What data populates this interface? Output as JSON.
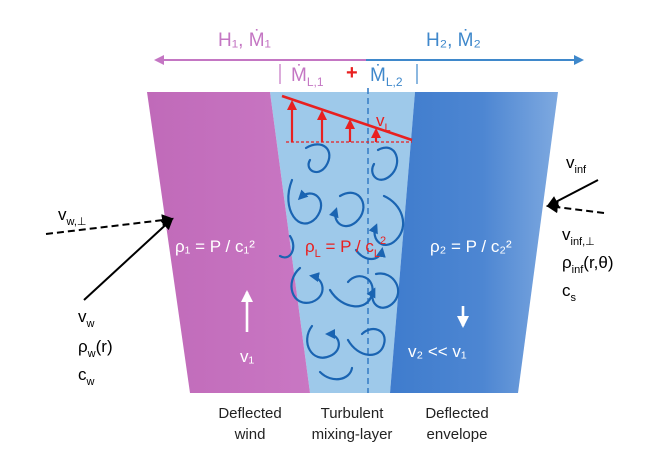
{
  "top": {
    "left_flux": "H₁, Ṁ₁",
    "right_flux": "H₂, Ṁ₂",
    "mixing_flux_1": "Ṁ",
    "mixing_flux_1_sub": "L,1",
    "plus": "+",
    "mixing_flux_2": "Ṁ",
    "mixing_flux_2_sub": "L,2"
  },
  "regions": {
    "wind": {
      "density": "ρ₁ = P / c₁²",
      "velocity": "v₁",
      "label_line1": "Deflected",
      "label_line2": "wind"
    },
    "layer": {
      "density": "ρ",
      "density_sub": "L",
      "density_mid": " = P / c",
      "density_sup": "2",
      "velocity": "v",
      "velocity_sub": "L",
      "label_line1": "Turbulent",
      "label_line2": "mixing-layer"
    },
    "envelope": {
      "density": "ρ₂ = P / c₂²",
      "velocity": "v₂ << v₁",
      "label_line1": "Deflected",
      "label_line2": "envelope"
    }
  },
  "left_side": {
    "v_perp": "v",
    "v_perp_sub": "w,⊥",
    "v": "v",
    "v_sub": "w",
    "rho": "ρ",
    "rho_sub": "w",
    "rho_arg": "(r)",
    "c": "c",
    "c_sub": "w"
  },
  "right_side": {
    "v_inf": "v",
    "v_inf_sub": "inf",
    "v_inf_perp": "v",
    "v_inf_perp_sub": "inf,⊥",
    "rho": "ρ",
    "rho_sub": "inf",
    "rho_arg": "(r,θ)",
    "c": "c",
    "c_sub": "s"
  },
  "colors": {
    "wind": "#c46fbf",
    "layer": "#9ec9ea",
    "envelope": "#4d86d2",
    "swirl": "#1a64b2",
    "shear": "#e82020",
    "left_arrow": "#c476c3",
    "right_arrow": "#3f88cb"
  }
}
